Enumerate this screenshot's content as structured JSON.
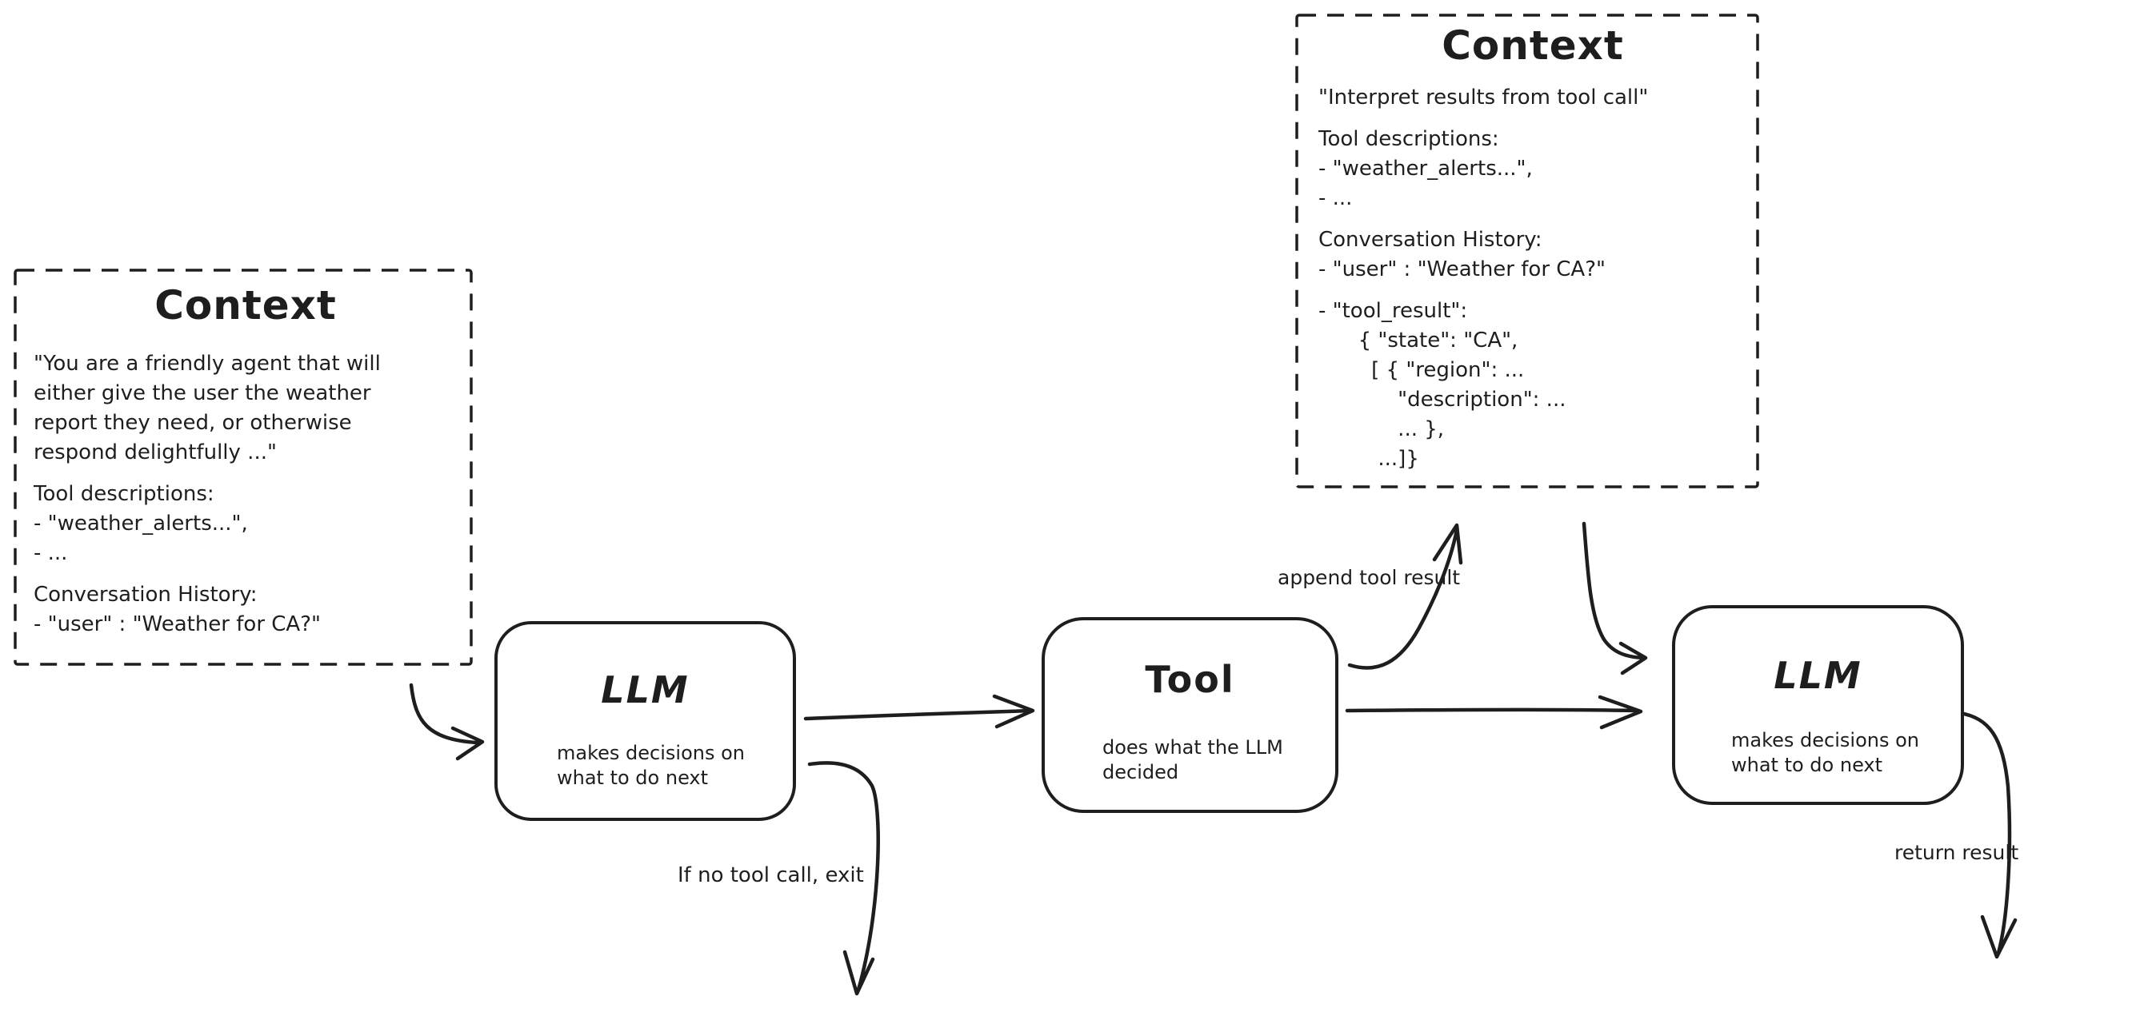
{
  "canvas": {
    "background": "#ffffff",
    "stroke_color": "#1e1e1e"
  },
  "context_left": {
    "title": "Context",
    "lines": [
      "\"You are a friendly agent that will",
      "either give the user the weather",
      "report they need, or otherwise",
      "respond delightfully ...\"",
      "",
      "Tool descriptions:",
      "- \"weather_alerts...\",",
      "- ...",
      "",
      "Conversation History:",
      "- \"user\" : \"Weather for CA?\""
    ]
  },
  "context_right": {
    "title": "Context",
    "lines": [
      "\"Interpret results from tool call\"",
      "",
      "Tool descriptions:",
      "- \"weather_alerts...\",",
      "- ...",
      "",
      "Conversation History:",
      "- \"user\" : \"Weather for CA?\"",
      "",
      "- \"tool_result\":",
      "      { \"state\": \"CA\",",
      "        [ { \"region\": ...",
      "            \"description\": ...",
      "            ... },",
      "         ...]}"
    ]
  },
  "nodes": {
    "llm_1": {
      "title": "LLM",
      "description": [
        "makes decisions on",
        "what to do next"
      ]
    },
    "tool": {
      "title": "Tool",
      "description": [
        "does what the LLM",
        "decided"
      ]
    },
    "llm_2": {
      "title": "LLM",
      "description": [
        "makes decisions on",
        "what to do next"
      ]
    }
  },
  "edge_labels": {
    "append_tool_result": "append tool result",
    "if_no_tool_call_exit": "If no tool call, exit",
    "return_result": "return result"
  }
}
